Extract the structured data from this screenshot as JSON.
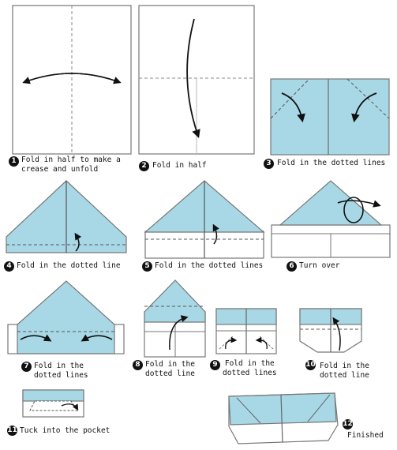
{
  "steps": [
    {
      "num": "1",
      "caption": "Fold in half to make a\ncrease and unfold"
    },
    {
      "num": "2",
      "caption": "Fold in half"
    },
    {
      "num": "3",
      "caption": "Fold in the dotted lines"
    },
    {
      "num": "4",
      "caption": "Fold in the dotted line"
    },
    {
      "num": "5",
      "caption": "Fold in the dotted lines"
    },
    {
      "num": "6",
      "caption": "Turn over"
    },
    {
      "num": "7",
      "caption": "Fold in the\ndotted lines"
    },
    {
      "num": "8",
      "caption": "Fold in the\ndotted line"
    },
    {
      "num": "9",
      "caption": "Fold in the\ndotted lines"
    },
    {
      "num": "10",
      "caption": "Fold in the\ndotted line"
    },
    {
      "num": "11",
      "caption": "Tuck into the pocket"
    },
    {
      "num": "12",
      "caption": "Finished"
    }
  ],
  "colors": {
    "paper_fill": "#a8d8e6",
    "paper_white": "#ffffff",
    "outline": "#6a6a6a",
    "fold_line": "#444444"
  }
}
